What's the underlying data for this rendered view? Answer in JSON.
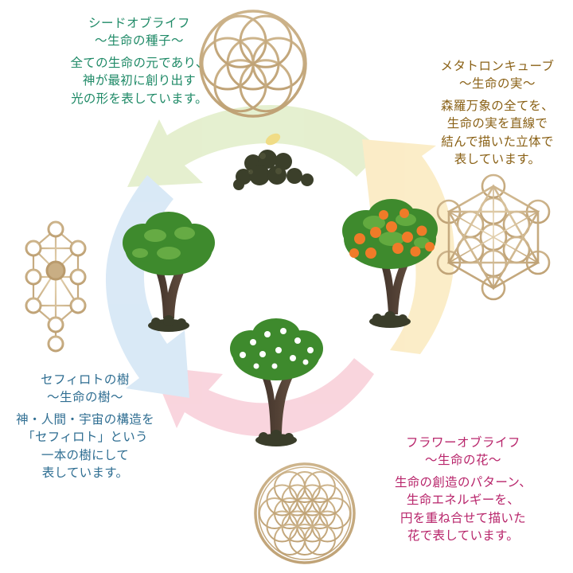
{
  "colors": {
    "seed": "#1f8a67",
    "fruit": "#8a6116",
    "tree": "#2f6e92",
    "flower": "#b8256b",
    "gold": "#c9b08a",
    "arrow_green": "#e5efcf",
    "arrow_yellow": "#fbecc7",
    "arrow_pink": "#f9d6de",
    "arrow_blue": "#d9e9f7"
  },
  "stages": {
    "seed": {
      "title": "シードオブライフ",
      "subtitle": "〜生命の種子〜",
      "lines": [
        "全ての生命の元であり、",
        "神が最初に創り出す",
        "光の形を表しています。"
      ],
      "icon": "seed-of-life-icon"
    },
    "fruit": {
      "title": "メタトロンキューブ",
      "subtitle": "〜生命の実〜",
      "lines": [
        "森羅万象の全てを、",
        "生命の実を直線で",
        "結んで描いた立体で",
        "表しています。"
      ],
      "icon": "metatrons-cube-icon"
    },
    "tree": {
      "title": "セフィロトの樹",
      "subtitle": "〜生命の樹〜",
      "lines": [
        "神・人間・宇宙の構造を",
        "「セフィロト」という",
        "一本の樹にして",
        "表しています。"
      ],
      "icon": "tree-of-life-icon"
    },
    "flower": {
      "title": "フラワーオブライフ",
      "subtitle": "〜生命の花〜",
      "lines": [
        "生命の創造のパターン、",
        "生命エネルギーを、",
        "円を重ね合せて描いた",
        "花で表しています。"
      ],
      "icon": "flower-of-life-icon"
    }
  }
}
